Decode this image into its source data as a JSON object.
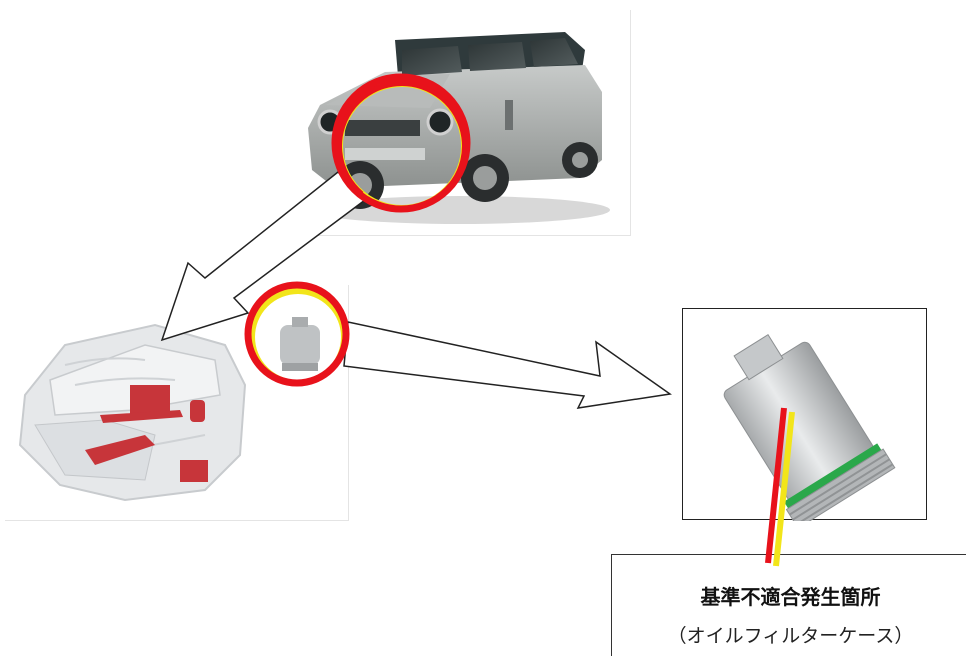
{
  "caption": {
    "title": "基準不適合発生箇所",
    "subtitle": "（オイルフィルターケース）"
  },
  "colors": {
    "highlight_ring": "#e8121b",
    "highlight_ring_inner": "#f2e51a",
    "seal_ring": "#2aa84a",
    "engine_part": "#c7353a",
    "vehicle_body": "#a6a9a7"
  },
  "icons": [
    "vehicle-photo",
    "engine-illustration",
    "oil-filter-icon",
    "block-arrow-icon"
  ]
}
